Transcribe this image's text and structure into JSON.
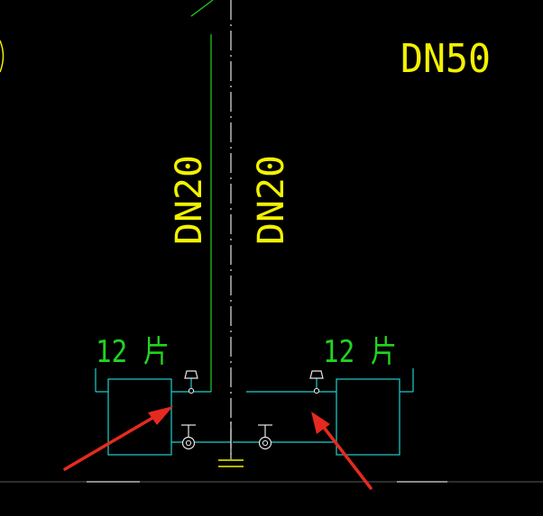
{
  "labels": {
    "main_pipe": "DN50",
    "left_riser": "DN20",
    "right_riser": "DN20",
    "left_radiator": "12 片",
    "right_radiator": "12 片"
  },
  "colors": {
    "background": "#000000",
    "pipe_green": "#22d322",
    "fixture_cyan": "#1fd0d0",
    "text_yellow": "#f2f200",
    "centerline_white": "#e6e6e6",
    "arrow_red": "#e62a1f"
  },
  "icons": {
    "air_vent": "air-vent-icon",
    "gate_valve": "gate-valve-icon",
    "ground": "ground-symbol-icon",
    "arrow": "red-arrow-icon"
  }
}
